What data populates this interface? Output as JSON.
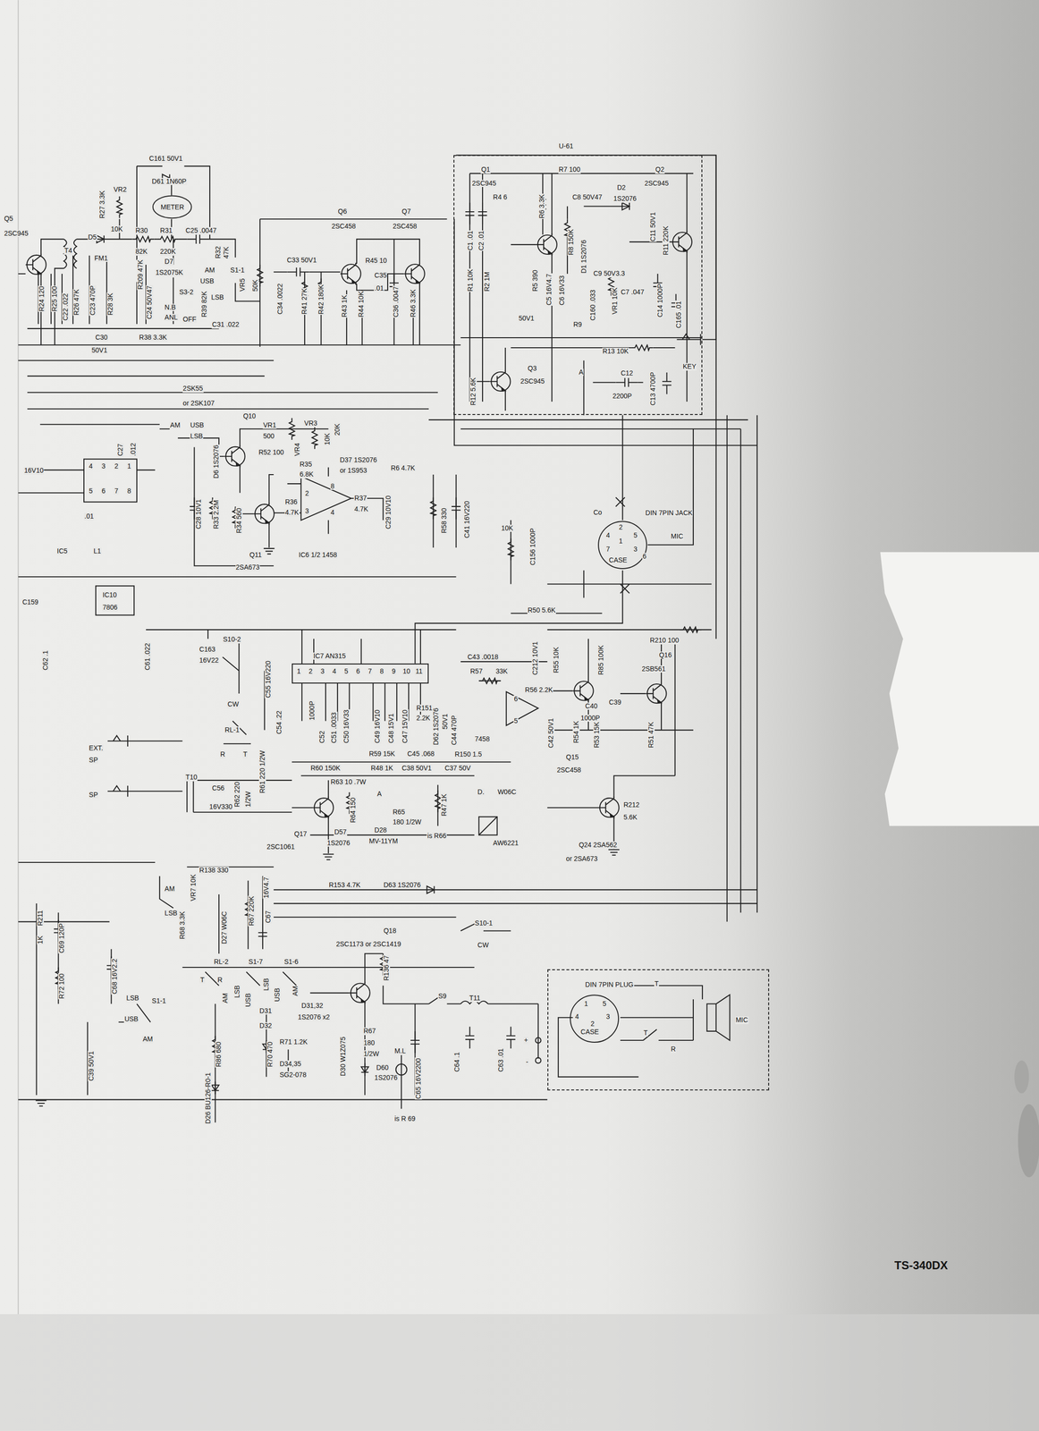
{
  "diagram": {
    "nodes": [
      {
        "text": [
          "U-61"
        ]
      },
      {
        "text": [
          "METER"
        ]
      },
      {
        "text": [
          "IC7 AN315"
        ]
      },
      {
        "text": [
          "DIN 7PIN JACK",
          "MIC",
          "CASE"
        ]
      },
      {
        "text": [
          "DIN 7PIN PLUG"
        ]
      },
      {
        "text": [
          "CASE"
        ],
        "in": 4
      }
    ],
    "edges": [
      {
        "from": 0,
        "to": 3,
        "arrow": "none"
      },
      {
        "from": 3,
        "to": 2,
        "arrow": "none"
      }
    ],
    "labels": [
      "C161 50V1",
      "D61 1N60P",
      "Q5",
      "2SC945",
      "VR2",
      "10K",
      "R27 3.3K",
      "D5",
      "T4",
      "FM1",
      "R30",
      "82K",
      "R31",
      "220K",
      "C25 .0047",
      "R32",
      "47K",
      "AM",
      "S1-1",
      "USB",
      "LSB",
      "R209 47K",
      "D7",
      "1S2075K",
      "S3-2",
      "R26 47K",
      "C23 470P",
      "R28 3K",
      "C24 50V47",
      "N.B",
      "ANL",
      "OFF",
      "R39 82K",
      "C31 .022",
      "R24 120",
      "R25 100",
      "C22 .022",
      "C30",
      "50V1",
      "R38 3.3K",
      "VR5",
      "50K",
      "Q6",
      "2SC458",
      "Q7",
      "2SC458",
      "C33 50V1",
      "R45 10",
      "C35",
      ".01",
      "C34 .0022",
      "R41 27K",
      "R42 180K",
      "R43 1K",
      "R44 10K",
      "C36 .0047",
      "R46 3.3K",
      "Q1",
      "2SC945",
      "R7 100",
      "Q2",
      "2SC945",
      "R4 6",
      "R6 3.3K",
      "C8 50V47",
      "D2",
      "1S2076",
      "C1 .01",
      "C2 .01",
      "R8 150K",
      "D1 1S2076",
      "C11 50V1",
      "R11 220K",
      "C9 50V3.3",
      "C7 .047",
      "R1 10K",
      "R2 1M",
      "R5 390",
      "C5 16V4.7",
      "C6 16V33",
      "VR1 10K",
      "R9",
      "C160 .033",
      "C14 1000P",
      "C165 .01",
      "50V1",
      "R13 10K",
      "Q3",
      "2SC945",
      "R12 5.6K",
      "C12",
      "2200P",
      "C13 4700P",
      "KEY",
      "A",
      "2SK55",
      "or 2SK107",
      "Q10",
      "AM",
      "USB",
      "LSB",
      "VR1",
      "500",
      "VR4",
      "VR3",
      "R35",
      "6.8K",
      "10K",
      "20K",
      "D6 1S2076",
      "R52 100",
      "D37 1S2076",
      "or 1S953",
      "R6 4.7K",
      "C28 10V1",
      "R33 2.2M",
      "R34 560",
      "R36",
      "4.7K",
      "R37",
      "4.7K",
      "C29 10V10",
      "R58 330",
      "C41 16V220",
      "Q11",
      "2SA673",
      "IC6 1/2 1458",
      "2",
      "3",
      "8",
      "4",
      "16V10",
      "C27",
      ".012",
      "4",
      "3",
      "2",
      "1",
      "5",
      "6",
      "7",
      "8",
      ".01",
      "IC5",
      "L1",
      "C159",
      "IC10",
      "7806",
      "C62 .1",
      "C61 .022",
      "C163",
      "16V22",
      "S10-2",
      "CW",
      "RL-1",
      "R",
      "T",
      "C55 16V220",
      "C54 .22",
      "1",
      "2",
      "3",
      "4",
      "5",
      "6",
      "7",
      "8",
      "9",
      "10",
      "11",
      "1000P",
      "C52",
      "C51 .0033",
      "C50 16V33",
      "C49 16V10",
      "C48 15V1",
      "C47 15V10",
      "R151",
      "2.2K",
      "D62 1S2076",
      "50V1",
      "C44 470P",
      "R59 15K",
      "C45 .068",
      "R150 1.5",
      "7458",
      "R60 150K",
      "R48 1K",
      "C38 50V1",
      "C37 50V",
      "R63 10 .7W",
      "A",
      "D.",
      "W06C",
      "R47 1K",
      "EXT.",
      "SP",
      "SP",
      "T10",
      "C56",
      "16V330",
      "R62 220",
      "1/2W",
      "R61 220 1/2W",
      "Q17",
      "2SC1061",
      "R64 150",
      "D57",
      "1S2076",
      "D28",
      "MV-11YM",
      "R65",
      "180 1/2W",
      "is R66",
      "AW6221",
      "C43 .0018",
      "R57",
      "33K",
      "6",
      "5",
      "R56 2.2K",
      "C212 10V1",
      "R55 10K",
      "R85 100K",
      "R210 100",
      "Q16",
      "2SB561",
      "C39",
      "C40",
      "1000P",
      "R54 1K",
      "R53 15K",
      "R51 47K",
      "C42 50V1",
      "Q15",
      "2SC458",
      "R50 5.6K",
      "Q24 2SA562",
      "or 2SA673",
      "R212",
      "5.6K",
      "Co",
      "10K",
      "C156 1000P",
      "2",
      "4",
      "5",
      "1",
      "7",
      "3",
      "6",
      "AM",
      "LSB",
      "R68 3.3K",
      "VR7 10K",
      "R138 330",
      "D27 W06C",
      "R67 220K",
      "16V4.7",
      "C67",
      "R153 4.7K",
      "D63 1S2076",
      "Q18",
      "2SC1173 or 2SC1419",
      "S10-1",
      "CW",
      "R211",
      "1K",
      "C69 120P",
      "R72 100",
      "C68 16V2.2",
      "LSB",
      "S1-1",
      "USB",
      "AM",
      "C39 50V1",
      "RL-2",
      "S1-7",
      "S1-6",
      "T",
      "R",
      "AM",
      "LSB",
      "USB",
      "LSB",
      "USB",
      "AM",
      "D31",
      "D32",
      "D31,32",
      "1S2076 x2",
      "R70 470",
      "R71 1.2K",
      "D34,35",
      "SG2-078",
      "D30 W1Z075",
      "R67",
      "180",
      "1/2W",
      "D60",
      "1S2076",
      "R136 47",
      "M.L",
      "C65 16V2200",
      "S9",
      "T11",
      "C64 .1",
      "C63 .01",
      "+",
      "-",
      "R86 680",
      "D26 BU126-R0-1",
      "is R 69",
      "T",
      "1",
      "4",
      "5",
      "3",
      "2",
      "T",
      "R",
      "MIC",
      "TS-340DX"
    ]
  }
}
